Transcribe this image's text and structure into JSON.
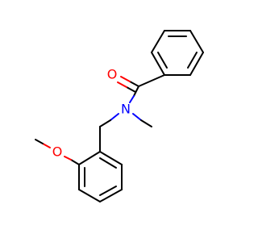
{
  "molecule": {
    "atoms": {
      "carbonyl_oxygen": {
        "symbol": "O",
        "color": "#ff0000"
      },
      "amide_nitrogen": {
        "symbol": "N",
        "color": "#0000ff"
      },
      "methoxy_oxygen": {
        "symbol": "O",
        "color": "#ff0000"
      }
    }
  }
}
